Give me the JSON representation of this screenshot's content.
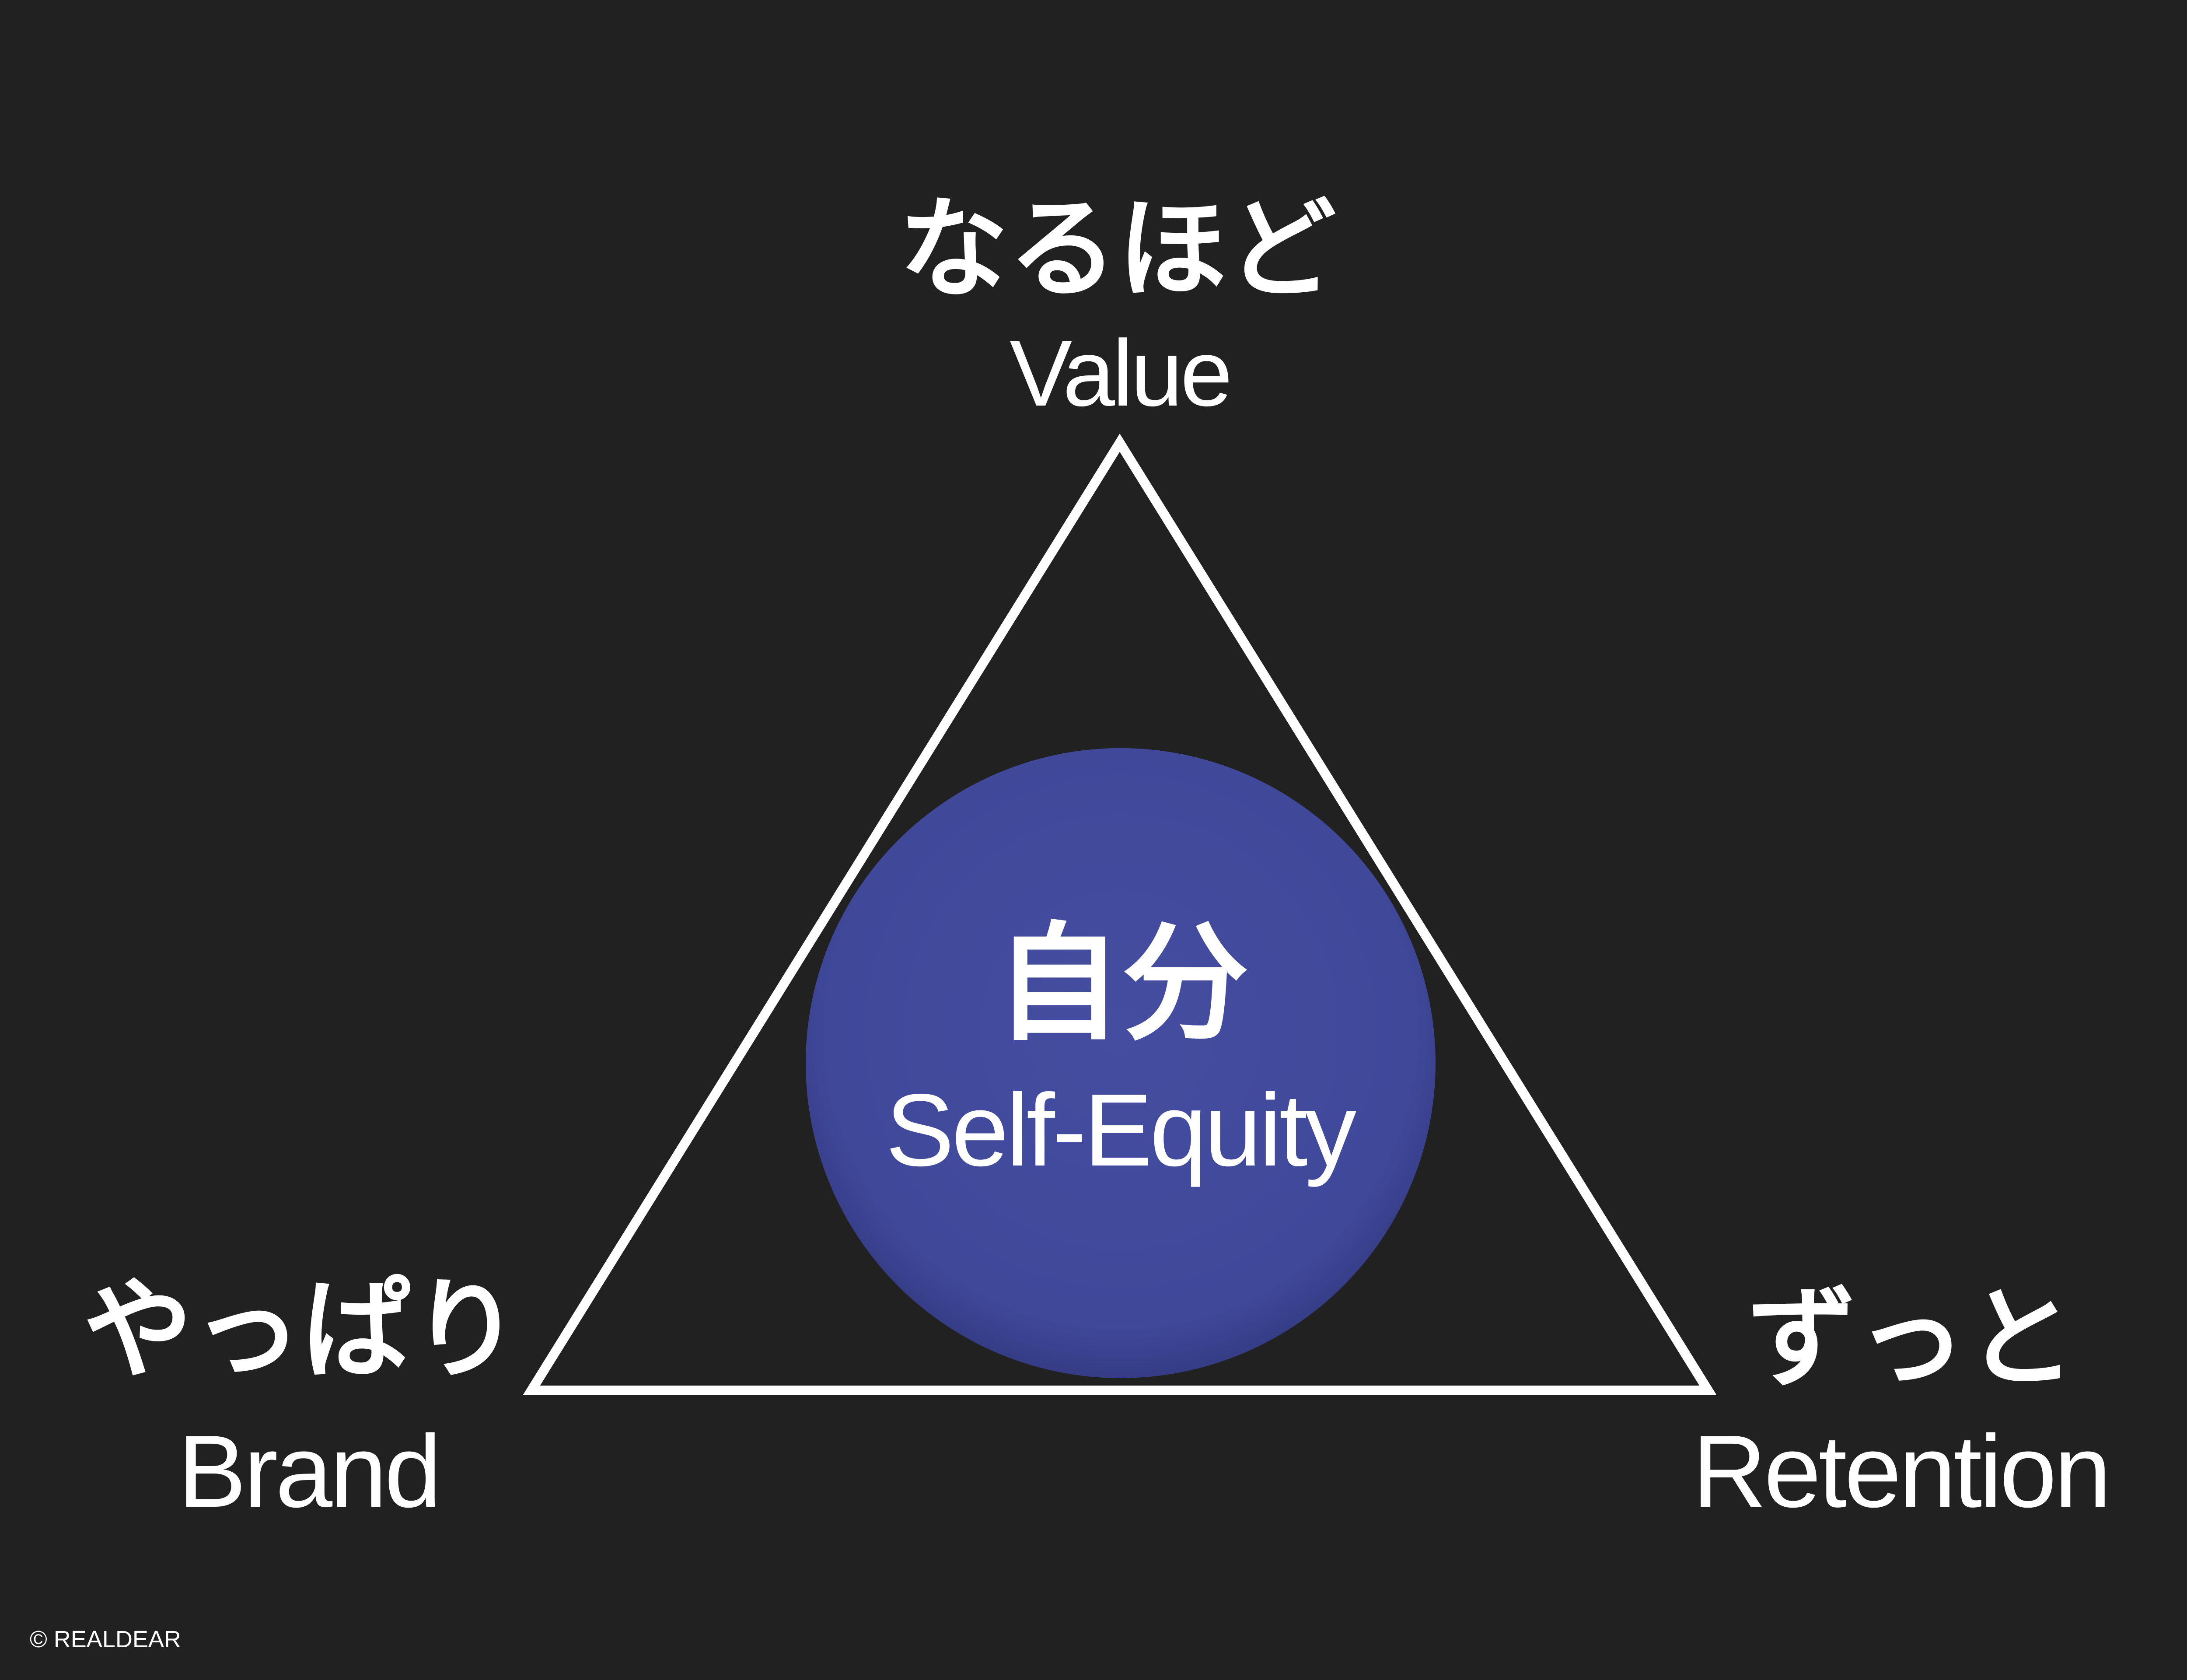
{
  "top": {
    "jp": "なるほど",
    "en": "Value"
  },
  "left": {
    "jp": "やっぱり",
    "en": "Brand"
  },
  "right": {
    "jp": "ずっと",
    "en": "Retention"
  },
  "center": {
    "jp": "自分",
    "en": "Self-Equity"
  },
  "copyright": "© REALDEAR",
  "colors": {
    "background": "#212121",
    "triangle_stroke": "#ffffff",
    "circle_fill": "#434a9c",
    "text": "#ffffff"
  }
}
